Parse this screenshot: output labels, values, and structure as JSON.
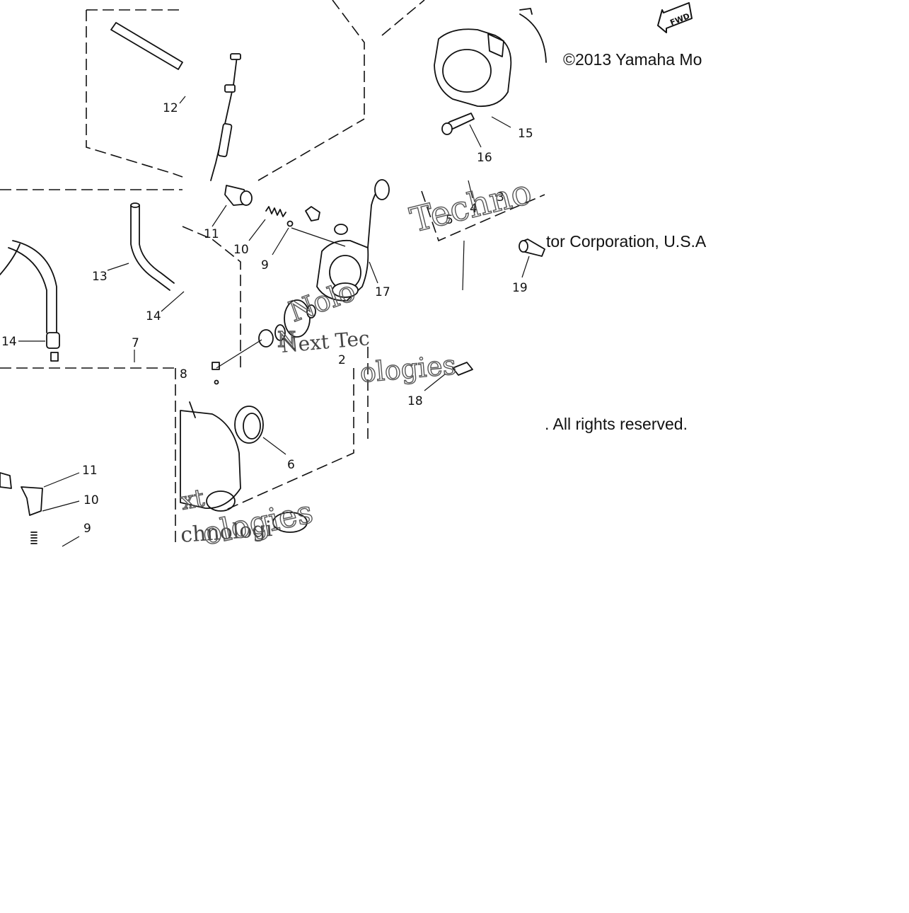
{
  "copyright": {
    "line1": "©2013 Yamaha Mo",
    "line2": "tor Corporation, U.S.A",
    "line3": ". All rights reserved."
  },
  "fwd_arrow": {
    "label": "FWD",
    "icon": "fwd-arrow-icon"
  },
  "watermarks": {
    "wm1": "Techno",
    "wm2": "Next Tec",
    "wm3": "Nolo",
    "wm4": "ologies",
    "wm5": "chnologi",
    "wm6": "ologies",
    "wm7": "xt",
    "wm8": "N"
  },
  "callouts": {
    "c12": "12",
    "c11a": "11",
    "c10a": "10",
    "c9a": "9",
    "c13": "13",
    "c14a": "14",
    "c14b": "14",
    "c7": "7",
    "c8": "8",
    "c15": "15",
    "c16": "16",
    "c5": "5",
    "c4": "4",
    "c3": "3",
    "c17": "17",
    "c19": "19",
    "c2": "2",
    "c18": "18",
    "c6": "6",
    "c11b": "11",
    "c10b": "10",
    "c9b": "9"
  }
}
